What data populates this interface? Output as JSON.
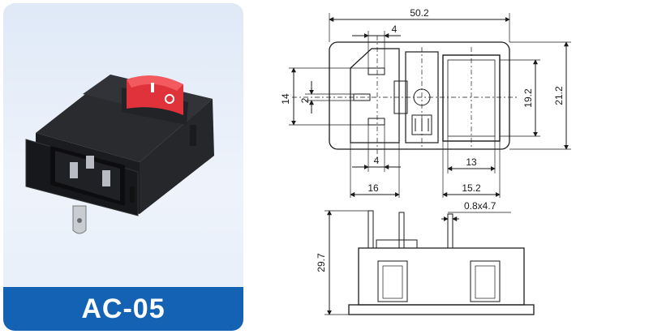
{
  "product": {
    "model": "AC-05"
  },
  "dimensions": {
    "overall_width": "50.2",
    "pin_spacing_top": "4",
    "height_14": "14",
    "height_2": "2",
    "pin_spacing_bottom": "4",
    "socket_width": "16",
    "switch_width_13": "13",
    "switch_width_15_2": "15.2",
    "switch_height": "19.2",
    "overall_height": "21.2",
    "terminal_size": "0.8x4.7",
    "depth": "29.7"
  },
  "colors": {
    "banner": "#1462b4",
    "switch": "#e0323a",
    "body": "#1e1f22"
  }
}
